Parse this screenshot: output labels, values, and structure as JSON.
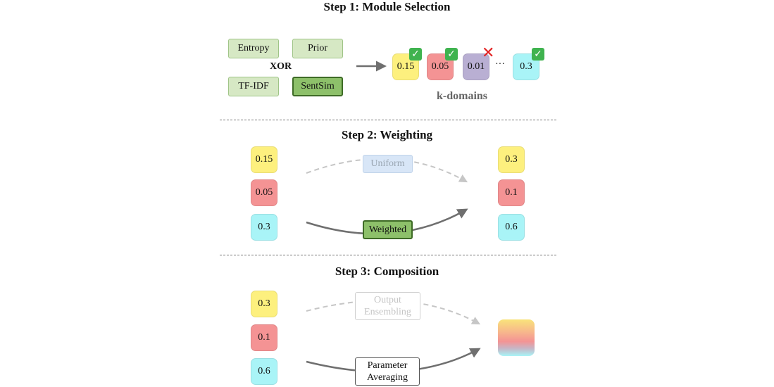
{
  "step1": {
    "title": "Step 1: Module Selection",
    "methods": [
      "Entropy",
      "Prior",
      "TF-IDF",
      "SentSim"
    ],
    "selected_method": "SentSim",
    "operator": "XOR",
    "domains": [
      {
        "value": "0.15",
        "color": "#fdf07e",
        "status": "check-icon"
      },
      {
        "value": "0.05",
        "color": "#f49394",
        "status": "check-icon"
      },
      {
        "value": "0.01",
        "color": "#b9afd3",
        "status": "cross-icon"
      },
      {
        "value": "0.3",
        "color": "#a9f4f7",
        "status": "check-icon"
      }
    ],
    "ellipsis": "···",
    "domains_label": "k-domains"
  },
  "step2": {
    "title": "Step 2: Weighting",
    "inputs": [
      "0.15",
      "0.05",
      "0.3"
    ],
    "outputs": [
      "0.3",
      "0.1",
      "0.6"
    ],
    "uniform_label": "Uniform",
    "weighted_label": "Weighted"
  },
  "step3": {
    "title": "Step 3: Composition",
    "inputs": [
      "0.3",
      "0.1",
      "0.6"
    ],
    "ensembling_line1": "Output",
    "ensembling_line2": "Ensembling",
    "averaging_line1": "Parameter",
    "averaging_line2": "Averaging"
  },
  "colors": {
    "method_fill": "#d6e8c4",
    "method_selected_fill": "#8dc06a",
    "yellow": "#fdf07e",
    "red": "#f49394",
    "purple": "#b9afd3",
    "cyan": "#a9f4f7",
    "check": "#3fb34f",
    "cross": "#e21f1f"
  }
}
